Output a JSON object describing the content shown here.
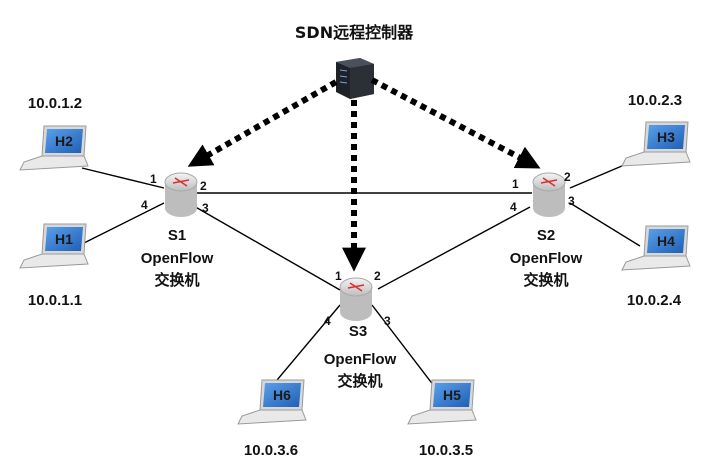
{
  "controller": {
    "label": "SDN远程控制器"
  },
  "switches": [
    {
      "id": "S1",
      "line1": "OpenFlow",
      "line2": "交换机"
    },
    {
      "id": "S2",
      "line1": "OpenFlow",
      "line2": "交换机"
    },
    {
      "id": "S3",
      "line1": "OpenFlow",
      "line2": "交换机"
    }
  ],
  "hosts": [
    {
      "id": "H1",
      "ip": "10.0.1.1"
    },
    {
      "id": "H2",
      "ip": "10.0.1.2"
    },
    {
      "id": "H3",
      "ip": "10.0.2.3"
    },
    {
      "id": "H4",
      "ip": "10.0.2.4"
    },
    {
      "id": "H5",
      "ip": "10.0.3.5"
    },
    {
      "id": "H6",
      "ip": "10.0.3.6"
    }
  ],
  "ports": {
    "s1": [
      "1",
      "2",
      "3",
      "4"
    ],
    "s2": [
      "1",
      "2",
      "3",
      "4"
    ],
    "s3": [
      "1",
      "2",
      "3",
      "4"
    ]
  },
  "colors": {
    "screen": "#2f78d2",
    "laptop_body": "#e6e6e6",
    "switch_body": "#e2e2e2",
    "switch_arrow": "#d83030",
    "server": "#2b2f36"
  }
}
